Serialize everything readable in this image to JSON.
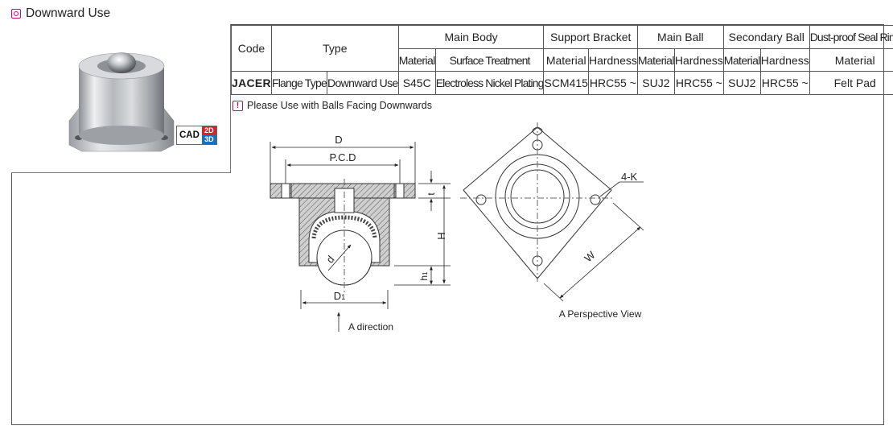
{
  "section": {
    "title": "Downward Use",
    "icon": "square-circle-icon"
  },
  "cad_badge": {
    "label": "CAD",
    "tag_2d": "2D",
    "tag_3d": "3D"
  },
  "table": {
    "h_code": "Code",
    "h_type": "Type",
    "h_main_body": "Main Body",
    "h_support_bracket": "Support Bracket",
    "h_main_ball": "Main Ball",
    "h_secondary_ball": "Secondary Ball",
    "h_dust_ring": "Dust-proof Seal Ring",
    "sub_material": "Material",
    "sub_surface": "Surface Treatment",
    "sub_hardness": "Hardness",
    "row": {
      "code": "JACER",
      "type_flange": "Flange Type",
      "type_use": "Downward Use",
      "main_body_material": "S45C",
      "main_body_surface": "Electroless Nickel Plating",
      "bracket_material": "SCM415",
      "bracket_hardness": "HRC55 ~",
      "main_ball_material": "SUJ2",
      "main_ball_hardness": "HRC55 ~",
      "secondary_ball_material": "SUJ2",
      "secondary_ball_hardness": "HRC55 ~",
      "seal_material": "Felt Pad"
    }
  },
  "note": {
    "icon": "exclamation-icon",
    "text": "Please Use with Balls Facing Downwards"
  },
  "drawing": {
    "dim_D": "D",
    "dim_PCD": "P.C.D",
    "dim_t": "t",
    "dim_H": "H",
    "dim_h1": "h",
    "dim_h1_sub": "1",
    "dim_d": "d",
    "dim_D1": "D",
    "dim_D1_sub": "1",
    "label_direction": "A direction",
    "dim_4K": "4-K",
    "dim_W": "W",
    "label_view": "A Perspective View"
  },
  "colors": {
    "code_header": "#9b1d8a",
    "code_value": "#1686c9",
    "accent_icon": "#d6006f"
  }
}
